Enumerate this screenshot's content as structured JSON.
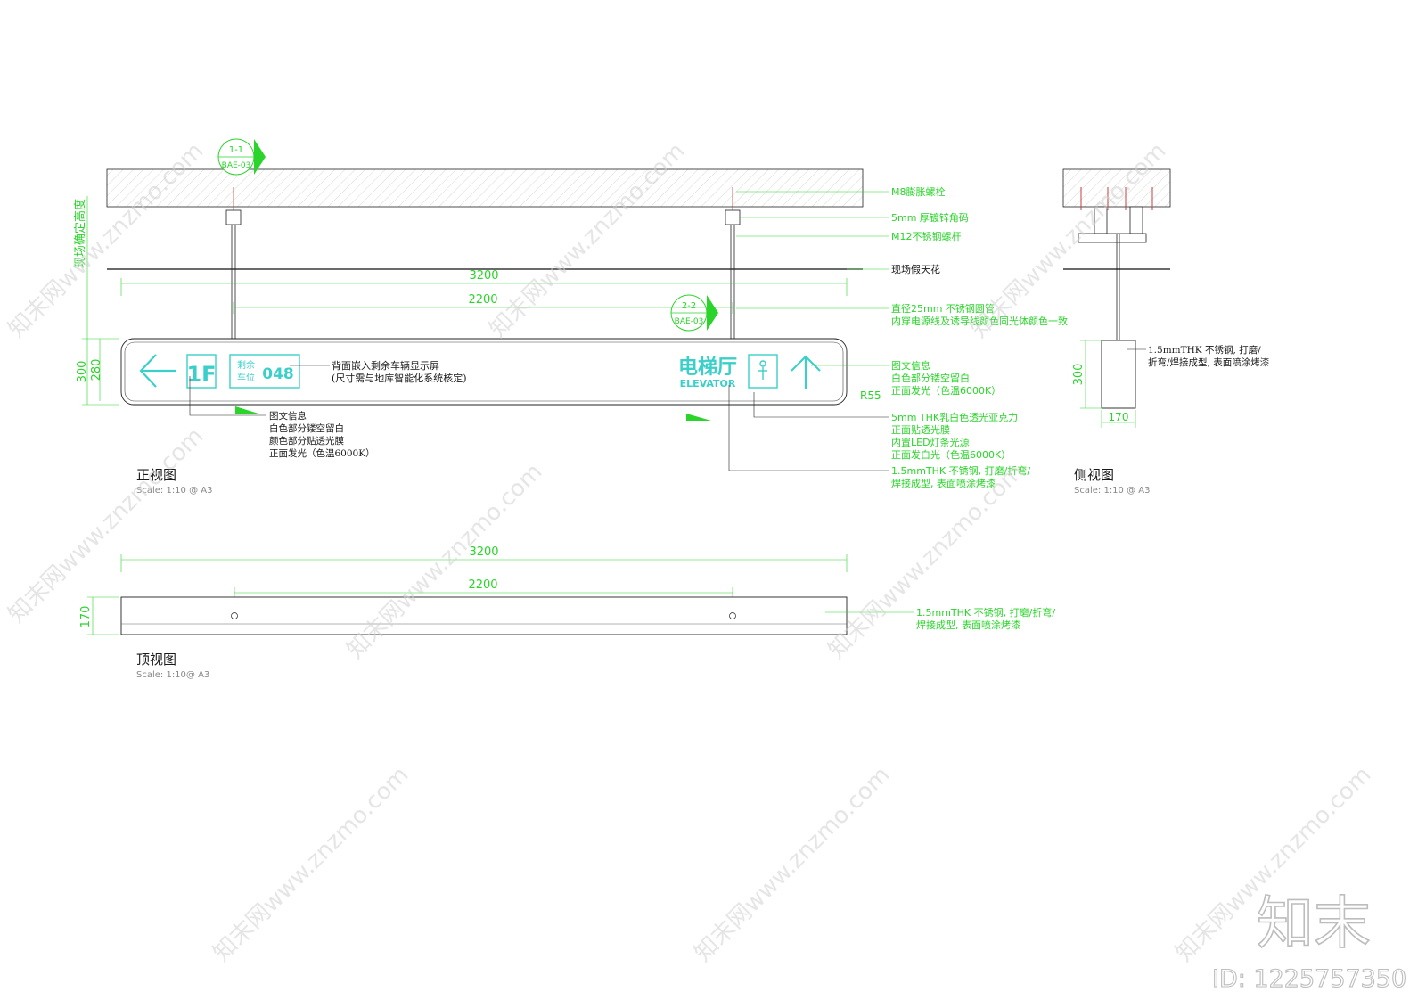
{
  "views": {
    "front": {
      "title": "正视图",
      "scale": "Scale:  1:10  @  A3"
    },
    "side": {
      "title": "侧视图",
      "scale": "Scale:  1:10  @  A3"
    },
    "top": {
      "title": "顶视图",
      "scale": "Scale:  1:10@  A3"
    }
  },
  "section_marks": [
    {
      "num": "1-1",
      "ref": "BAE-03"
    },
    {
      "num": "2-2",
      "ref": "BAE-03"
    }
  ],
  "vertical_label": "现场确定高度",
  "dimensions": {
    "front_overall_width": "3200",
    "front_rod_spacing": "2200",
    "front_height_outer": "300",
    "front_height_inner": "280",
    "corner_radius": "R55",
    "side_height": "300",
    "side_depth": "170",
    "top_overall_width": "3200",
    "top_rod_spacing": "2200",
    "top_depth": "170"
  },
  "sign_face": {
    "level": "1F",
    "parking_label_1": "剩余",
    "parking_label_2": "车位",
    "parking_count": "048",
    "elevator_cn": "电梯厅",
    "elevator_en": "ELEVATOR"
  },
  "annotations_right": {
    "bolt": "M8膨胀螺栓",
    "angle": "5mm 厚镀锌角码",
    "rod": "M12不锈钢螺杆",
    "ceiling": "现场假天花",
    "tube_1": "直径25mm 不锈钢圆管",
    "tube_2": "内穿电源线及诱导线颜色同光体颜色一致",
    "graphic_1": "图文信息",
    "graphic_2": "白色部分镂空留白",
    "graphic_3": "正面发光（色温6000K）",
    "acrylic_1": "5mm THK乳白色透光亚克力",
    "acrylic_2": "正面贴透光膜",
    "acrylic_3": "内置LED灯条光源",
    "acrylic_4": "正面发白光（色温6000K）",
    "steel_1": "1.5mmTHK 不锈钢, 打磨/折弯/",
    "steel_2": "焊接成型, 表面喷涂烤漆"
  },
  "annotations_front": {
    "screen_1": "背面嵌入剩余车辆显示屏",
    "screen_2": "(尺寸需与地库智能化系统核定)",
    "graphic_1": "图文信息",
    "graphic_2": "白色部分镂空留白",
    "graphic_3": "颜色部分贴透光膜",
    "graphic_4": "正面发光（色温6000K）"
  },
  "annotations_side": {
    "steel_1": "1.5mmTHK 不锈钢, 打磨/",
    "steel_2": "折弯/焊接成型, 表面喷涂烤漆"
  },
  "annotations_top": {
    "steel_1": "1.5mmTHK 不锈钢, 打磨/折弯/",
    "steel_2": "焊接成型, 表面喷涂烤漆"
  },
  "watermark": "知末网www.znzmo.com",
  "brand_logo": "知末",
  "brand_id": "ID: 1225757350",
  "colors": {
    "accent": "#2bd42b",
    "ink": "#1a1a1a",
    "cyan": "#3ad0c9"
  }
}
